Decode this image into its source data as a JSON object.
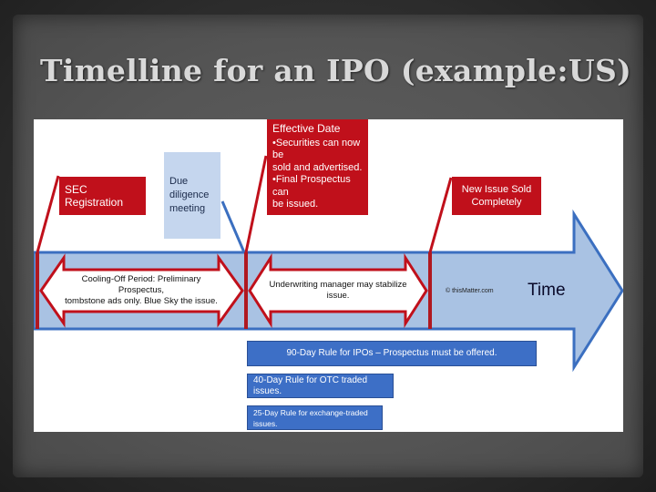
{
  "slide": {
    "title": "Timelline for an IPO (example:US)"
  },
  "events": {
    "sec_registration": "SEC Registration",
    "due_diligence": [
      "Due",
      "diligence",
      "meeting"
    ],
    "effective_date": {
      "heading": "Effective Date",
      "lines": [
        "•Securities can now be",
        "sold and advertised.",
        "•Final Prospectus can",
        "be issued."
      ]
    },
    "new_issue_sold": [
      "New Issue Sold",
      "Completely"
    ]
  },
  "periods": {
    "cooling_off": [
      "Cooling-Off Period: Preliminary Prospectus,",
      "tombstone ads only. Blue Sky the issue."
    ],
    "underwriting": "Underwriting manager may stabilize issue.",
    "copyright": "© thisMatter.com",
    "time_label": "Time"
  },
  "rules": {
    "rule_90": "90-Day Rule for IPOs – Prospectus must be offered.",
    "rule_40": "40-Day Rule for OTC traded issues.",
    "rule_25": "25-Day Rule for exchange-traded issues."
  },
  "colors": {
    "timeline_blue": "#a9c2e3",
    "timeline_outline": "#3b6fc0",
    "event_red": "#c0101b",
    "rule_blue": "#3d6fc6",
    "due_diligence_blue": "#c5d6ee"
  }
}
